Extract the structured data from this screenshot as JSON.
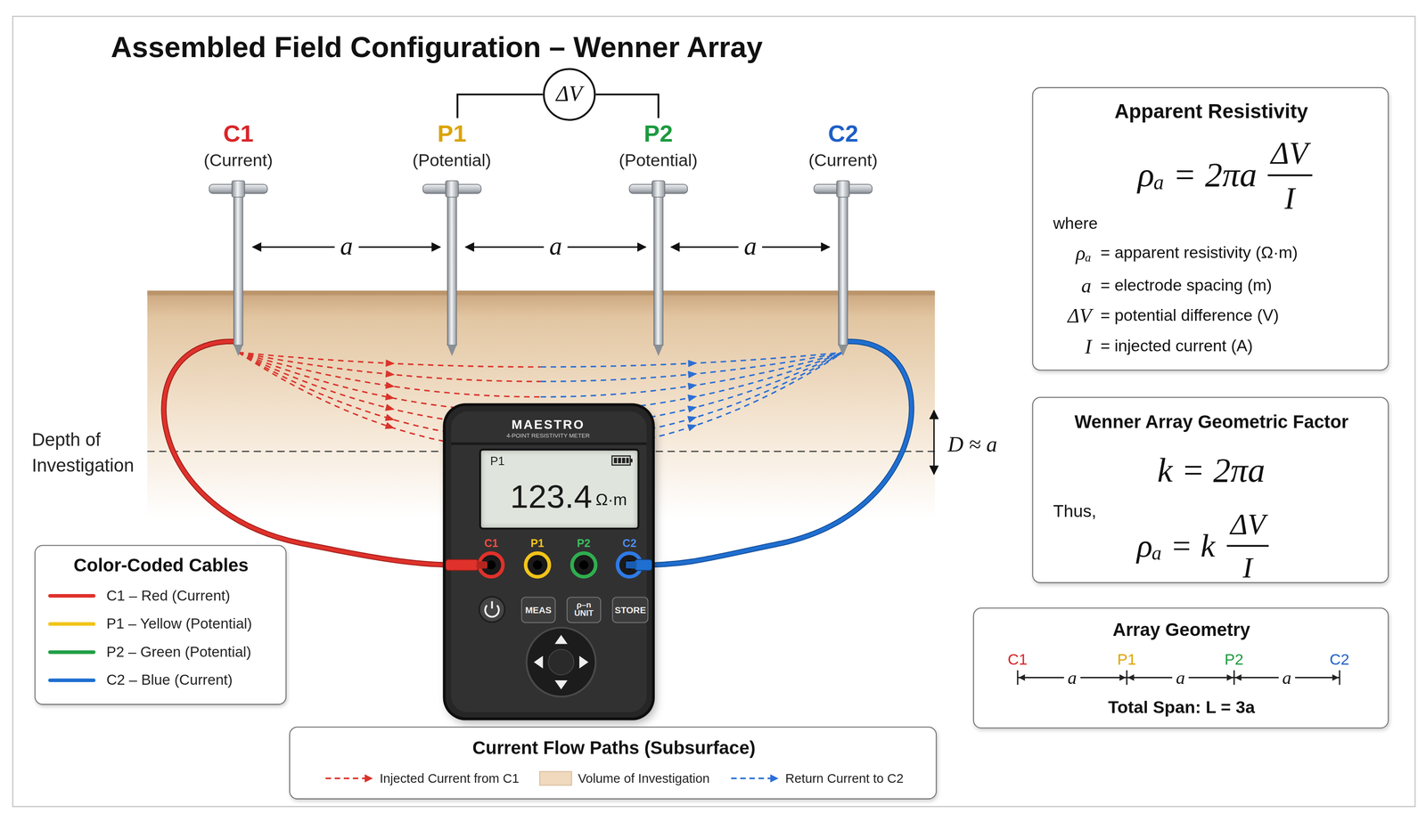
{
  "diagram": {
    "title": "Assembled Field Configuration – Wenner Array",
    "nodes": [
      {
        "text": [
          "ΔV"
        ]
      },
      {
        "text": [
          "Apparent Resistivity",
          "ρₐ = 2πa",
          "ΔV",
          "I",
          "where",
          "ρₐ",
          "= apparent resistivity (Ω·m)",
          "a",
          "= electrode spacing (m)",
          "ΔV",
          "= potential difference (V)",
          "I",
          "= injected current (A)"
        ]
      },
      {
        "text": [
          "Wenner Array Geometric Factor",
          "k = 2πa",
          "Thus,",
          "ρₐ = k",
          "ΔV",
          "I"
        ]
      },
      {
        "text": [
          "MAESTRO",
          "4-POINT RESISTIVITY METER",
          "C1",
          "P1",
          "P2",
          "C2"
        ]
      },
      {
        "text": [
          "P1",
          "123.4",
          "Ω·m"
        ],
        "in": 3
      },
      {
        "text": [
          "MEAS"
        ],
        "in": 3
      },
      {
        "text": [
          "ρ–n UNIT"
        ],
        "in": 3
      },
      {
        "text": [
          "STORE"
        ],
        "in": 3
      },
      {
        "text": [
          "Color-Coded Cables"
        ]
      },
      {
        "text": [
          "Array Geometry",
          "C1",
          "P1",
          "P2",
          "C2",
          "a",
          "a",
          "a",
          "Total Span: L = 3a"
        ]
      },
      {
        "text": [
          "Current Flow Paths (Subsurface)"
        ]
      }
    ],
    "labels": [
      "C1",
      "(Current)",
      "P1",
      "(Potential)",
      "P2",
      "(Potential)",
      "C2",
      "(Current)",
      "a",
      "a",
      "a",
      "Depth of Investigation",
      "D ≈ a"
    ],
    "legend": [
      {
        "text": "C1 – Red (Current)",
        "color": "#e0312b"
      },
      {
        "text": "P1 – Yellow (Potential)",
        "color": "#f2c41a"
      },
      {
        "text": "P2 – Green (Potential)",
        "color": "#1f9e45"
      },
      {
        "text": "C2 – Blue (Current)",
        "color": "#1f6fd1"
      },
      {
        "text": "Injected Current from C1"
      },
      {
        "text": "Volume of Investigation",
        "color": "#f0d9bd"
      },
      {
        "text": "Return Current to C2"
      }
    ]
  }
}
